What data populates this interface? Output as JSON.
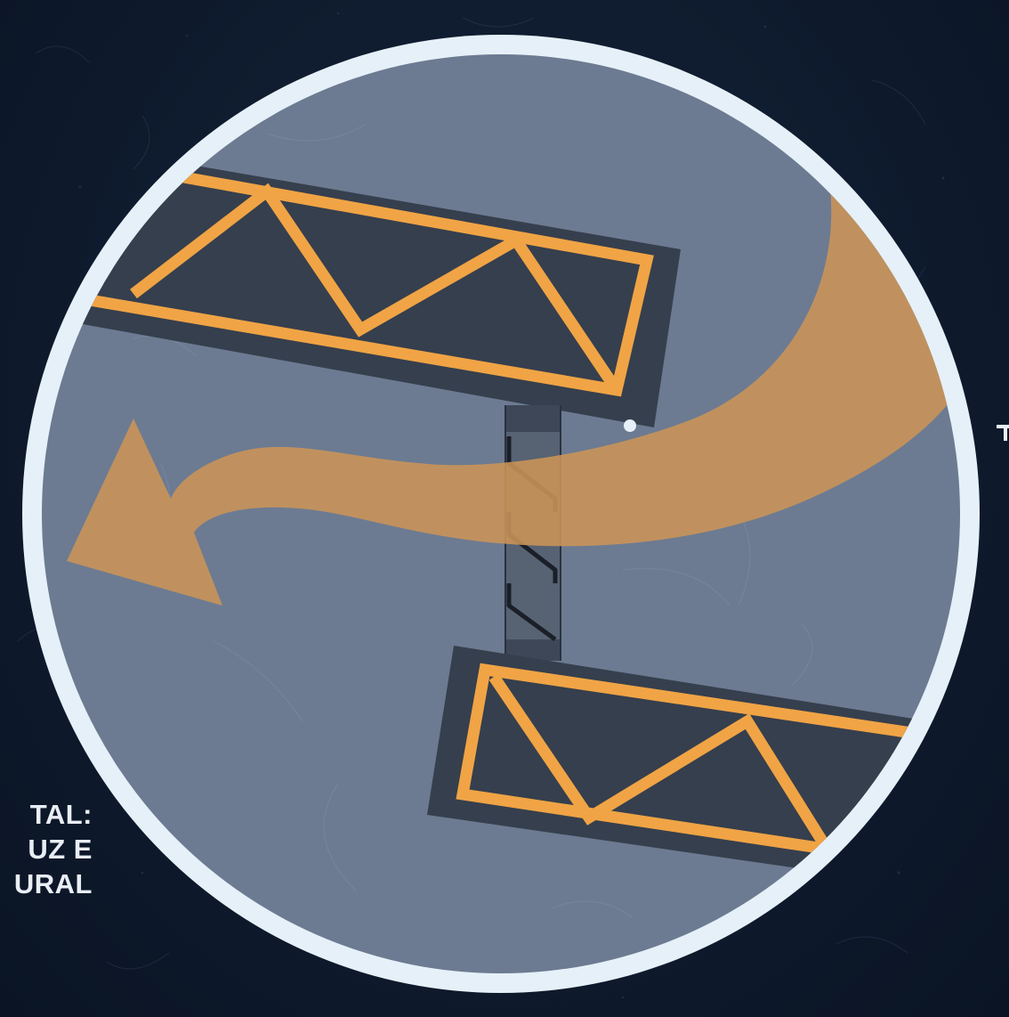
{
  "background_color": "#0f1b2e",
  "circle": {
    "fill_color": "#6c7b92",
    "ring_color": "#e6f0f8"
  },
  "trusses": {
    "panel_color": "#363f4d",
    "chord_color": "#f0a445",
    "count": 2
  },
  "expansion_joint": {
    "line_color": "#1a1f28",
    "fill_color": "#576273"
  },
  "arrow": {
    "color": "#cc9457",
    "direction": "right-to-left"
  },
  "caption": {
    "lines": [
      "TAL:",
      "UZ E",
      "URAL"
    ]
  },
  "edge_glyph": {
    "text": "T"
  }
}
